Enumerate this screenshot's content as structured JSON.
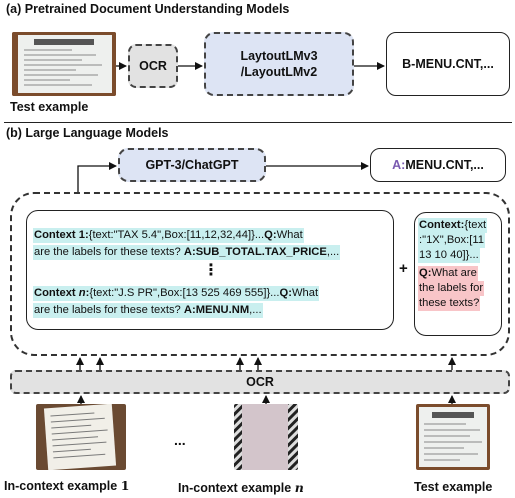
{
  "section_a": {
    "title": "(a) Pretrained Document Understanding Models",
    "test_caption": "Test example",
    "ocr_label": "OCR",
    "model_label_line1": "LaytoutLMv3",
    "model_label_line2": "/LayoutLMv2",
    "output_label": "B-MENU.CNT,..."
  },
  "section_b": {
    "title": "(b) Large Language Models",
    "llm_label": "GPT-3/ChatGPT",
    "output_prefix": "A:",
    "output_value": "MENU.CNT,...",
    "ocr_label": "OCR",
    "plus": "+",
    "ellipsis_vertical": "⋮",
    "ellipsis_horizontal": "...",
    "context1": {
      "label": "Context 1:",
      "text1": "{text:\"TAX 5.4\",Box:[11,12,32,44]}...",
      "q_label": "Q:",
      "q_text_part1": "What",
      "q_text_part2": "are the labels for these texts? ",
      "a_label": "A:",
      "a_text": "SUB_TOTAL.TAX_PRICE",
      "trail": ",..."
    },
    "context_n": {
      "label_prefix": "Context ",
      "label_var": "n",
      "label_suffix": ":",
      "text1": "{text:\"J.S PR\",Box:[13 525 469 555]}...",
      "q_label": "Q:",
      "q_text_part1": "What",
      "q_text_part2": "are the labels for these texts? ",
      "a_label": "A:",
      "a_text": "MENU.NM",
      "trail": ",..."
    },
    "test_context": {
      "label": "Context:",
      "line1": "{text",
      "line2": ":\"1X\",Box:[11",
      "line3": "13 10 40]}...",
      "q_label": "Q:",
      "q_line1": "What are",
      "q_line2": "the labels for",
      "q_line3": "these texts?"
    },
    "captions": {
      "example1_text": "In-context example ",
      "example1_num": "1",
      "examplen_text": "In-context example ",
      "examplen_var": "n",
      "test": "Test example"
    }
  },
  "colors": {
    "ocr_fill": "#e2e2e2",
    "model_fill": "#dde4f4",
    "context_highlight": "#c9efef",
    "test_highlight": "#f8c5c8"
  }
}
